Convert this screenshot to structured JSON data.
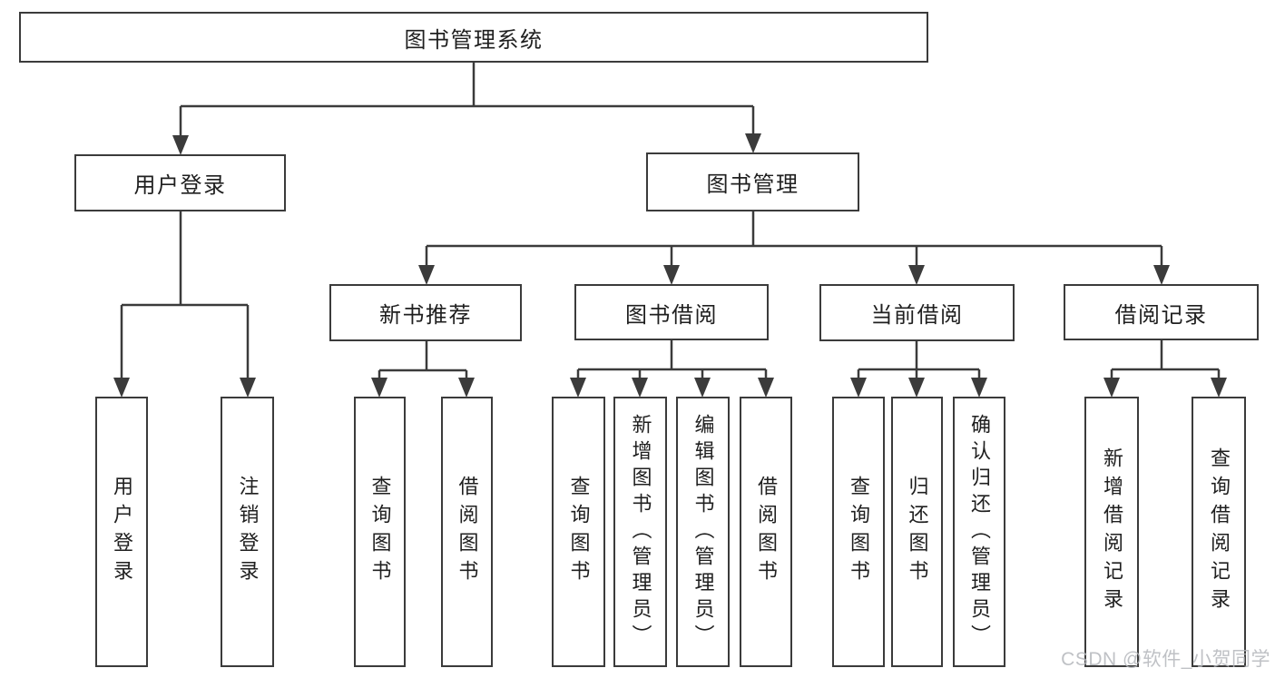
{
  "diagram": {
    "root": {
      "label": "图书管理系统"
    },
    "branches": [
      {
        "label": "用户登录",
        "children": [
          {
            "label": "用户登录"
          },
          {
            "label": "注销登录"
          }
        ]
      },
      {
        "label": "图书管理",
        "children": [
          {
            "label": "新书推荐",
            "children": [
              {
                "label": "查询图书"
              },
              {
                "label": "借阅图书"
              }
            ]
          },
          {
            "label": "图书借阅",
            "children": [
              {
                "label": "查询图书"
              },
              {
                "label": "新增图书（管理员）"
              },
              {
                "label": "编辑图书（管理员）"
              },
              {
                "label": "借阅图书"
              }
            ]
          },
          {
            "label": "当前借阅",
            "children": [
              {
                "label": "查询图书"
              },
              {
                "label": "归还图书"
              },
              {
                "label": "确认归还（管理员）"
              }
            ]
          },
          {
            "label": "借阅记录",
            "children": [
              {
                "label": "新增借阅记录"
              },
              {
                "label": "查询借阅记录"
              }
            ]
          }
        ]
      }
    ]
  },
  "watermark": {
    "text": "CSDN @软件_小贺同学"
  },
  "colors": {
    "line": "#3b3b3b",
    "text": "#1f1f1f",
    "box_bg": "#ffffff",
    "watermark": "#b4b7bc"
  }
}
